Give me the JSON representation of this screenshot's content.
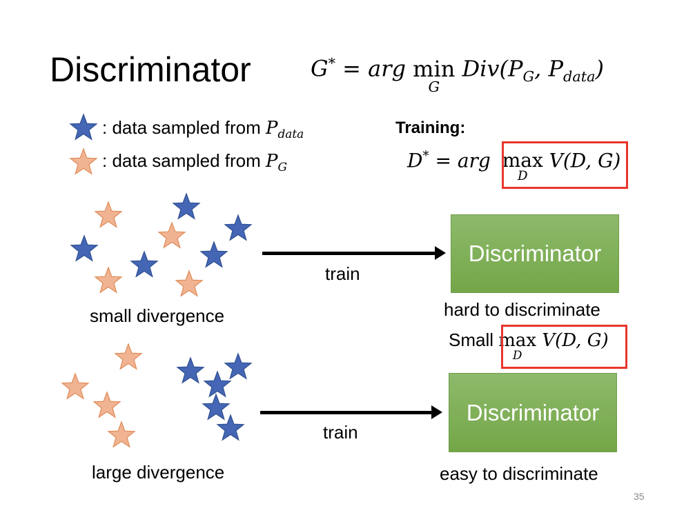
{
  "title": "Discriminator",
  "objective": {
    "lhs": "G",
    "sup": "*",
    "eq": " = ",
    "arg": "arg ",
    "op": "min",
    "op_under": "G",
    "func": " Div(P",
    "sub1": "G",
    "mid": ", P",
    "sub2": "data",
    "end": ")"
  },
  "legend": [
    {
      "label": ": data sampled from ",
      "sym": "P",
      "sub": "data",
      "color": "#4466b5"
    },
    {
      "label": ": data sampled from ",
      "sym": "P",
      "sub": "G",
      "color": "#f0b493"
    }
  ],
  "training": {
    "label": "Training:",
    "lhs": "D",
    "sup": "*",
    "eq": " = ",
    "arg": "arg ",
    "op": "max",
    "op_under": "D",
    "func": " V(D, G)"
  },
  "rows": [
    {
      "caption": "small divergence",
      "arrow_label": "train",
      "box_label": "Discriminator",
      "result": "hard to discriminate",
      "result2_prefix": "Small ",
      "op": "max",
      "op_under": "D",
      "func": " V(D, G)"
    },
    {
      "caption": "large divergence",
      "arrow_label": "train",
      "box_label": "Discriminator",
      "result": "easy to discriminate"
    }
  ],
  "colors": {
    "blue_star": "#4466b5",
    "orange_star": "#f0b493",
    "highlight": "#e8352b",
    "box": "#7aab50"
  },
  "page_number": "35"
}
